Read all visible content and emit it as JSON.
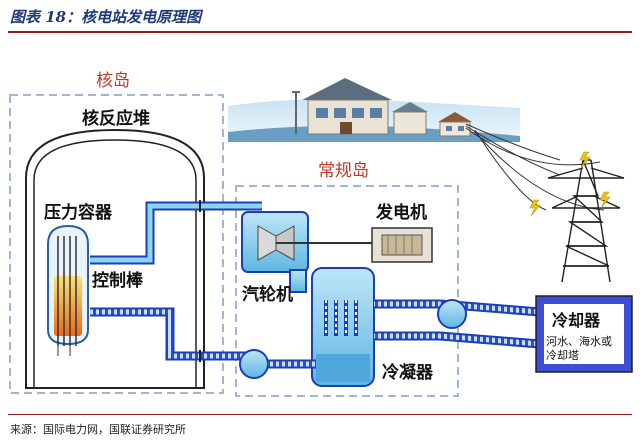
{
  "figure": {
    "title": "图表 18：核电站发电原理图",
    "source": "来源：国际电力网，国联证券研究所"
  },
  "labels": {
    "nuclear_island": "核岛",
    "reactor": "核反应堆",
    "pressure_vessel": "压力容器",
    "control_rod": "控制棒",
    "conventional_island": "常规岛",
    "generator": "发电机",
    "turbine": "汽轮机",
    "condenser": "冷凝器",
    "cooler": "冷却器",
    "cooler_note_1": "河水、海水或",
    "cooler_note_2": "冷却塔"
  },
  "colors": {
    "title": "#1f3a7a",
    "rule": "#9b1c1c",
    "island_label": "#c0392b",
    "dashed_box": "#9fb4d6",
    "pipe": "#1a3fb8",
    "steam": "#8ed3ef",
    "cooler_fill": "#1c2ea8",
    "core_glow": "#f2a23c"
  }
}
